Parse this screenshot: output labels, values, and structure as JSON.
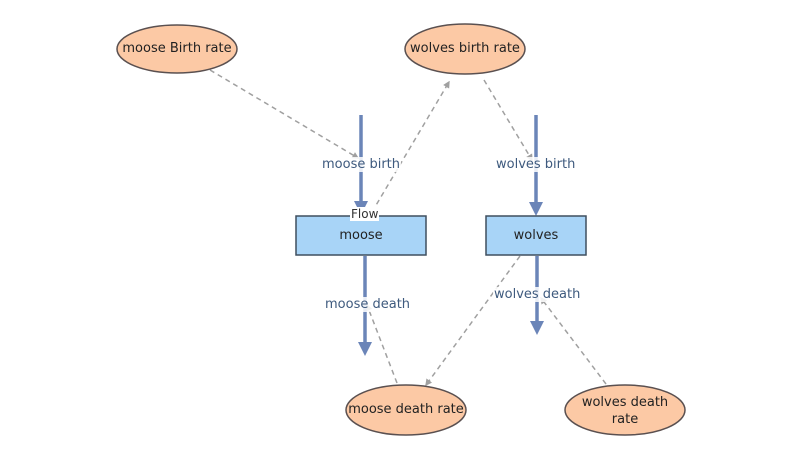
{
  "colors": {
    "stock_fill": "#a8d4f7",
    "stock_stroke": "#3f4f5f",
    "variable_fill": "#fcc9a5",
    "variable_stroke": "#5a5050",
    "flow": "#6b85b8",
    "link": "#a0a0a0",
    "flow_label": "#3e5a7e"
  },
  "stocks": {
    "moose": {
      "label": "moose"
    },
    "wolves": {
      "label": "wolves"
    }
  },
  "variables": {
    "moose_birth_rate": {
      "label": "moose Birth rate"
    },
    "wolves_birth_rate": {
      "label": "wolves birth rate"
    },
    "moose_death_rate": {
      "label": "moose death rate"
    },
    "wolves_death_rate": {
      "label_line1": "wolves death",
      "label_line2": "rate"
    }
  },
  "flows": {
    "moose_birth": {
      "label": "moose birth"
    },
    "wolves_birth": {
      "label": "wolves birth"
    },
    "moose_death": {
      "label": "moose death"
    },
    "wolves_death": {
      "label": "wolves death"
    }
  },
  "annotations": {
    "flow_tag": "Flow"
  }
}
